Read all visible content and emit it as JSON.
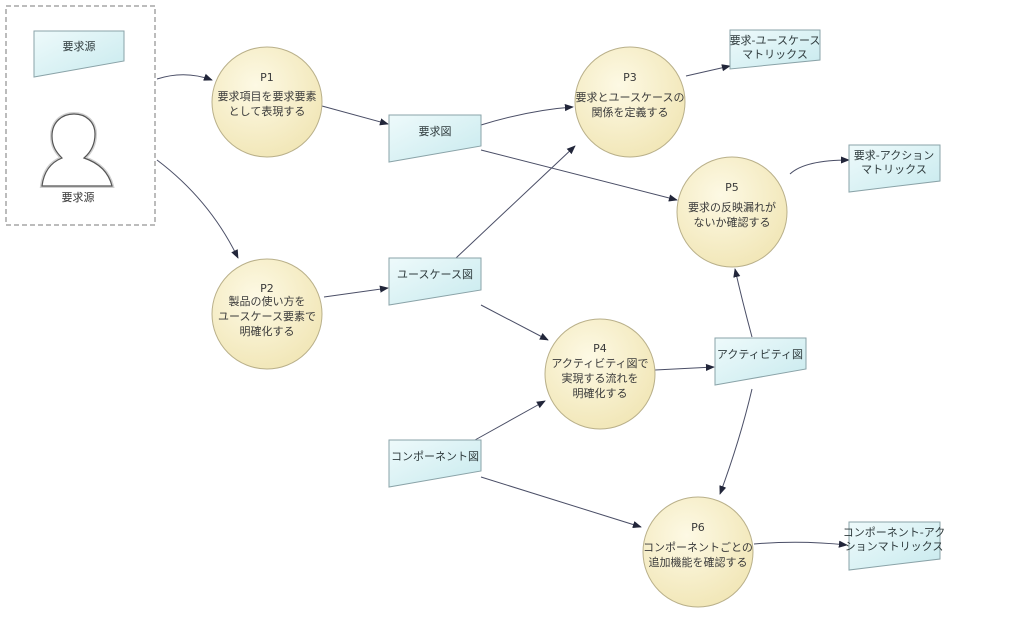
{
  "source": {
    "store_label": "要求源",
    "actor_label": "要求源"
  },
  "processes": {
    "p1": {
      "id": "P1",
      "lines": [
        "要求項目を要求要素",
        "として表現する"
      ]
    },
    "p2": {
      "id": "P2",
      "lines": [
        "製品の使い方を",
        "ユースケース要素で",
        "明確化する"
      ]
    },
    "p3": {
      "id": "P3",
      "lines": [
        "要求とユースケースの",
        "関係を定義する"
      ]
    },
    "p4": {
      "id": "P4",
      "lines": [
        "アクティビティ図で",
        "実現する流れを",
        "明確化する"
      ]
    },
    "p5": {
      "id": "P5",
      "lines": [
        "要求の反映漏れが",
        "ないか確認する"
      ]
    },
    "p6": {
      "id": "P6",
      "lines": [
        "コンポーネントごとの",
        "追加機能を確認する"
      ]
    }
  },
  "stores": {
    "requirement_diagram": {
      "lines": [
        "要求図"
      ]
    },
    "usecase_diagram": {
      "lines": [
        "ユースケース図"
      ]
    },
    "activity_diagram": {
      "lines": [
        "アクティビティ図"
      ]
    },
    "component_diagram": {
      "lines": [
        "コンポーネント図"
      ]
    },
    "req_usecase_matrix": {
      "lines": [
        "要求-ユースケース",
        "マトリックス"
      ]
    },
    "req_action_matrix": {
      "lines": [
        "要求-アクション",
        "マトリックス"
      ]
    },
    "component_action_matrix": {
      "lines": [
        "コンポーネント-アク",
        "ションマトリックス"
      ]
    }
  },
  "colors": {
    "process_fill_light": "#fdf9e4",
    "process_fill_dark": "#f1e6b6",
    "store_fill_light": "#eefafb",
    "store_fill_dark": "#c8eaee",
    "arrow": "#4a4e66"
  }
}
